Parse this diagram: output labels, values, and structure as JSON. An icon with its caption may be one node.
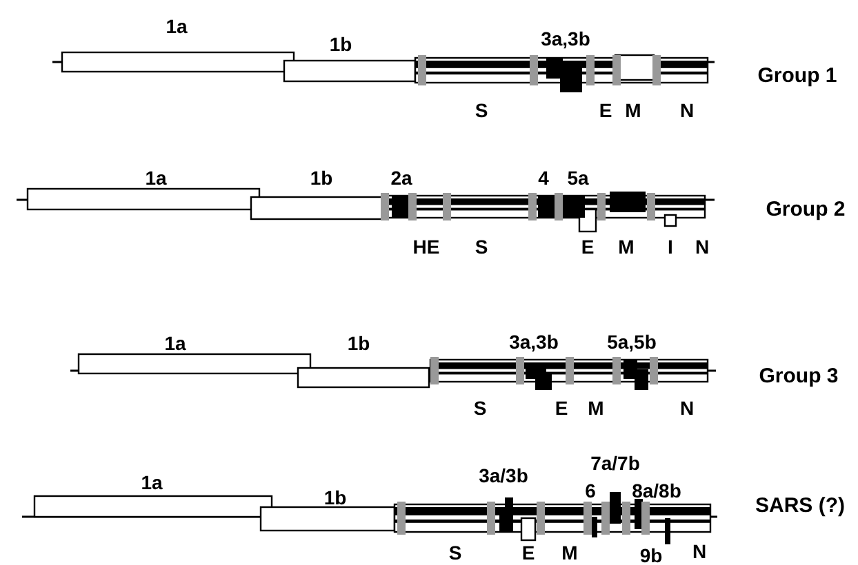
{
  "diagram": {
    "labels": [
      "1a",
      "1b",
      "3a,3b",
      "Group 1",
      "S",
      "E",
      "M",
      "N",
      "1a",
      "1b",
      "2a",
      "4",
      "5a",
      "Group 2",
      "HE",
      "S",
      "E",
      "M",
      "I",
      "N",
      "1a",
      "1b",
      "3a,3b",
      "5a,5b",
      "Group 3",
      "S",
      "E",
      "M",
      "N",
      "1a",
      "3a/3b",
      "7a/7b",
      "1b",
      "6",
      "8a/8b",
      "SARS (?)",
      "S",
      "E",
      "M",
      "9b",
      "N"
    ]
  }
}
